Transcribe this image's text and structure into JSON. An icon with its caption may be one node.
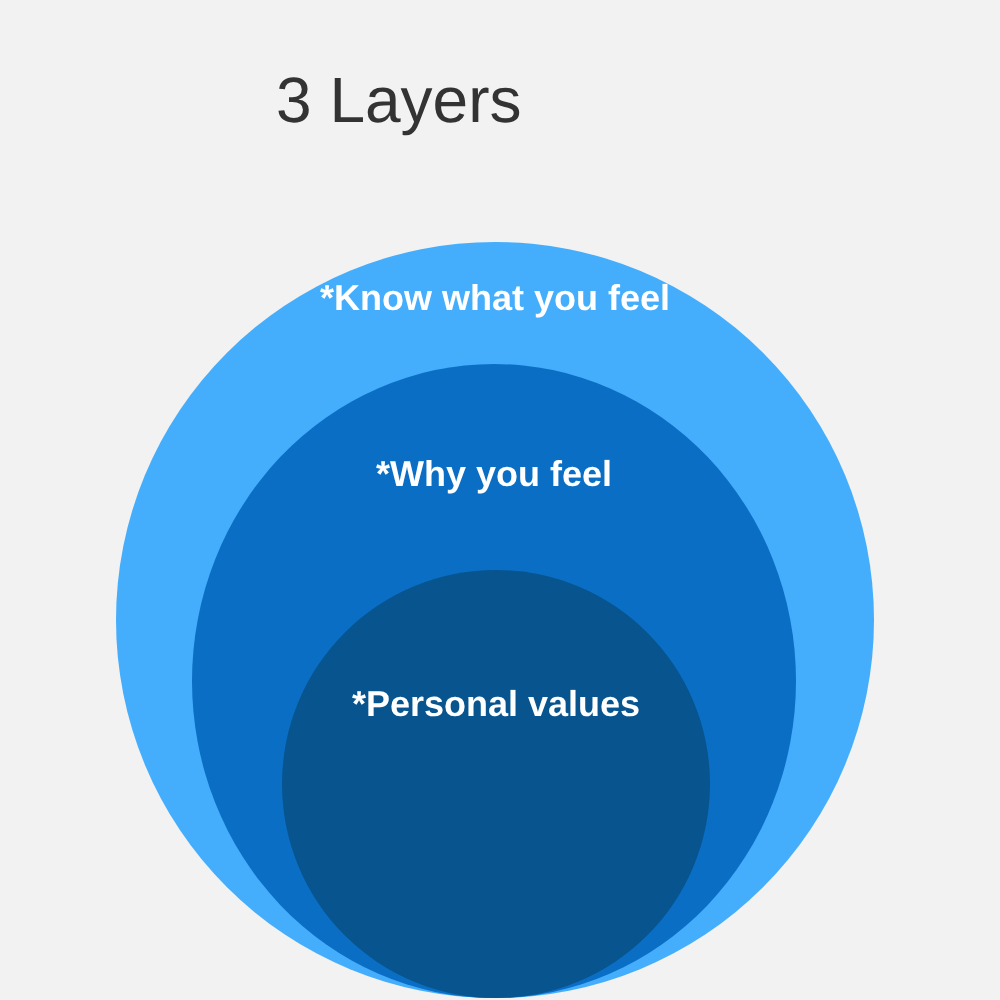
{
  "diagram": {
    "title": "3 Layers",
    "nodes": [
      {
        "text": [
          "*Know what you feel"
        ]
      },
      {
        "text": [
          "*Why you feel"
        ],
        "in": 0
      },
      {
        "text": [
          "*Personal values"
        ],
        "in": 1
      }
    ]
  }
}
